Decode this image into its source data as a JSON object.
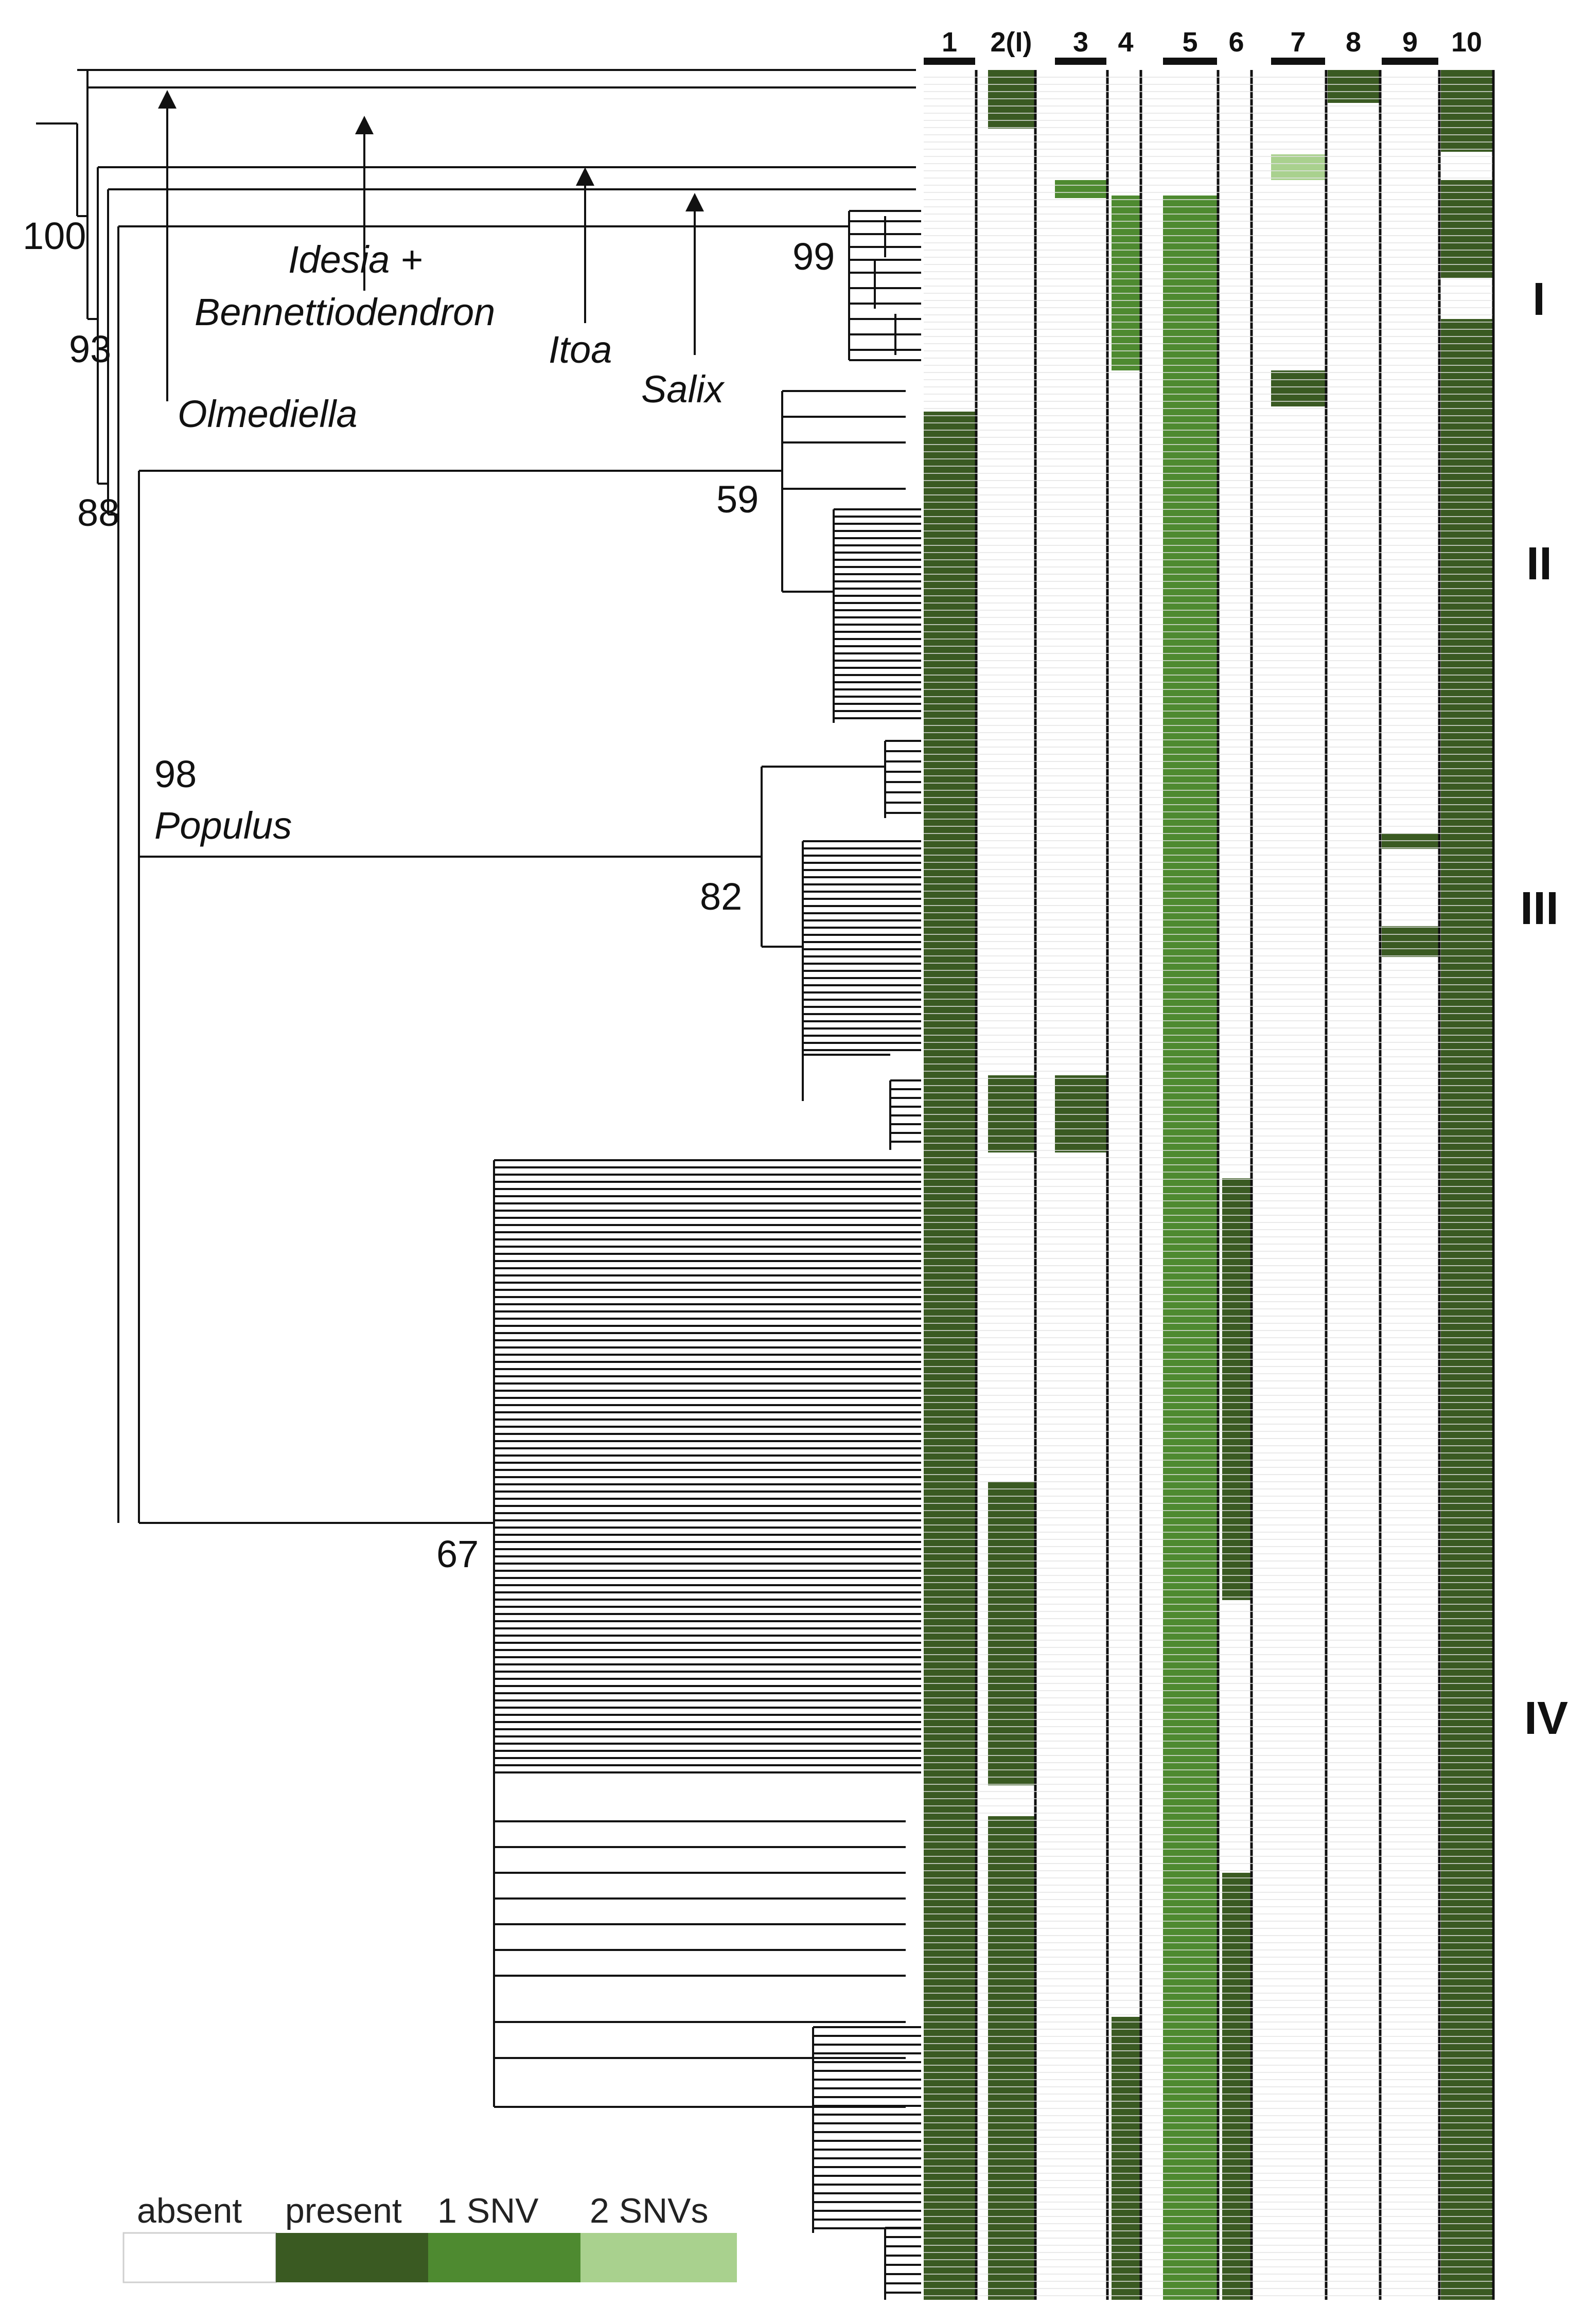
{
  "figure": {
    "columns": [
      "1",
      "2(I)",
      "3",
      "4",
      "5",
      "6",
      "7",
      "8",
      "9",
      "10"
    ],
    "clades": [
      "I",
      "II",
      "III",
      "IV"
    ],
    "outgroups": [
      {
        "label_lines": [
          "Olmediella"
        ]
      },
      {
        "label_lines": [
          "Idesia +",
          "Bennettiodendron"
        ]
      },
      {
        "label_lines": [
          "Itoa"
        ]
      },
      {
        "label_lines": [
          "Salix"
        ]
      }
    ],
    "genus_label": "Populus",
    "bootstrap": [
      "100",
      "93",
      "88",
      "98",
      "99",
      "59",
      "82",
      "67"
    ],
    "legend": [
      {
        "label": "absent",
        "color": "#ffffff"
      },
      {
        "label": "present",
        "color": "#3a5a22"
      },
      {
        "label": "1 SNV",
        "color": "#4e8a30"
      },
      {
        "label": "2 SNVs",
        "color": "#a9d18e"
      }
    ],
    "colors": {
      "present": "#3a5a22",
      "snv1": "#4e8a30",
      "snv2": "#a9d18e",
      "absent": "#ffffff",
      "line": "#111111"
    }
  }
}
